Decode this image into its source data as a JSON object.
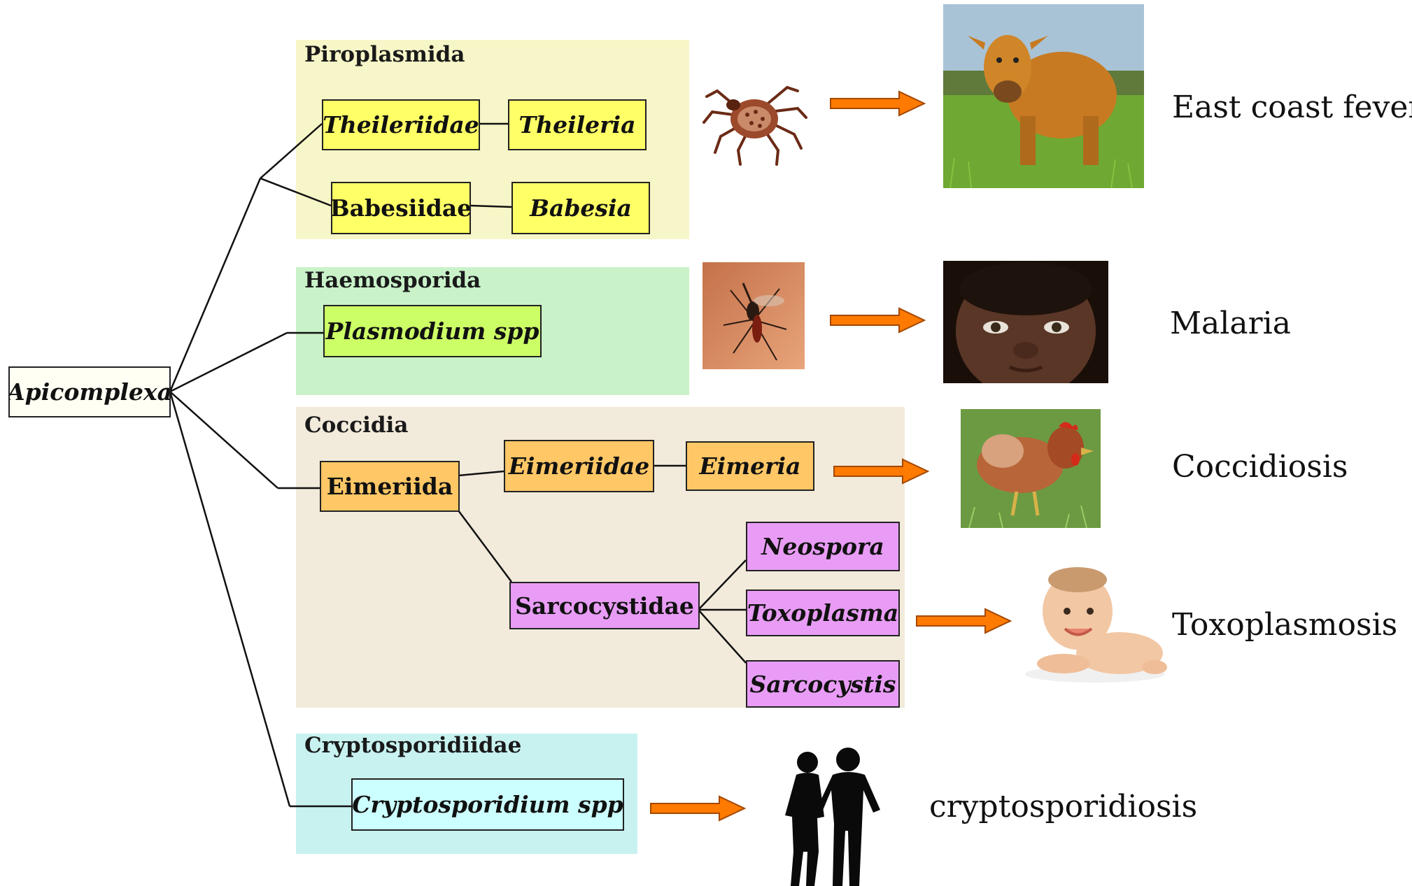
{
  "root": {
    "label": "Apicomplexa"
  },
  "groups": {
    "piroplasmida": {
      "title": "Piroplasmida",
      "families": [
        {
          "family": "Theileriidae",
          "genus": "Theileria"
        },
        {
          "family": "Babesiidae",
          "genus": "Babesia"
        }
      ]
    },
    "haemosporida": {
      "title": "Haemosporida",
      "genus": "Plasmodium spp"
    },
    "coccidia": {
      "title": "Coccidia",
      "order": "Eimeriida",
      "eimeriidae": {
        "family": "Eimeriidae",
        "genus": "Eimeria"
      },
      "sarcocystidae": {
        "family": "Sarcocystidae",
        "genera": [
          "Neospora",
          "Toxoplasma",
          "Sarcocystis"
        ]
      }
    },
    "cryptosporidiidae": {
      "title": "Cryptosporidiidae",
      "genus": "Cryptosporidium spp"
    }
  },
  "diseases": {
    "east_coast_fever": "East coast fever",
    "malaria": "Malaria",
    "coccidiosis": "Coccidiosis",
    "toxoplasmosis": "Toxoplasmosis",
    "cryptosporidiosis": "cryptosporidiosis"
  },
  "icons": {
    "vectors": [
      "tick-icon",
      "mosquito-icon"
    ],
    "hosts": [
      "cow-icon",
      "child-face-icon",
      "chicken-icon",
      "baby-icon",
      "people-silhouette-icon"
    ],
    "arrow": "arrow-right-icon"
  },
  "colors": {
    "piroplasmida_bg": "#f7f6c8",
    "piroplasmida_box": "#ffff66",
    "haemosporida_bg": "#c9f2c9",
    "haemosporida_box": "#ccff66",
    "coccidia_bg": "#f2eadb",
    "eimeria_box": "#ffc766",
    "sarcocystidae_box": "#e89cf5",
    "cryptosporidiidae_bg": "#c8f2f0",
    "cryptosporidium_box": "#ccffff",
    "arrow": "#ff7a00"
  }
}
